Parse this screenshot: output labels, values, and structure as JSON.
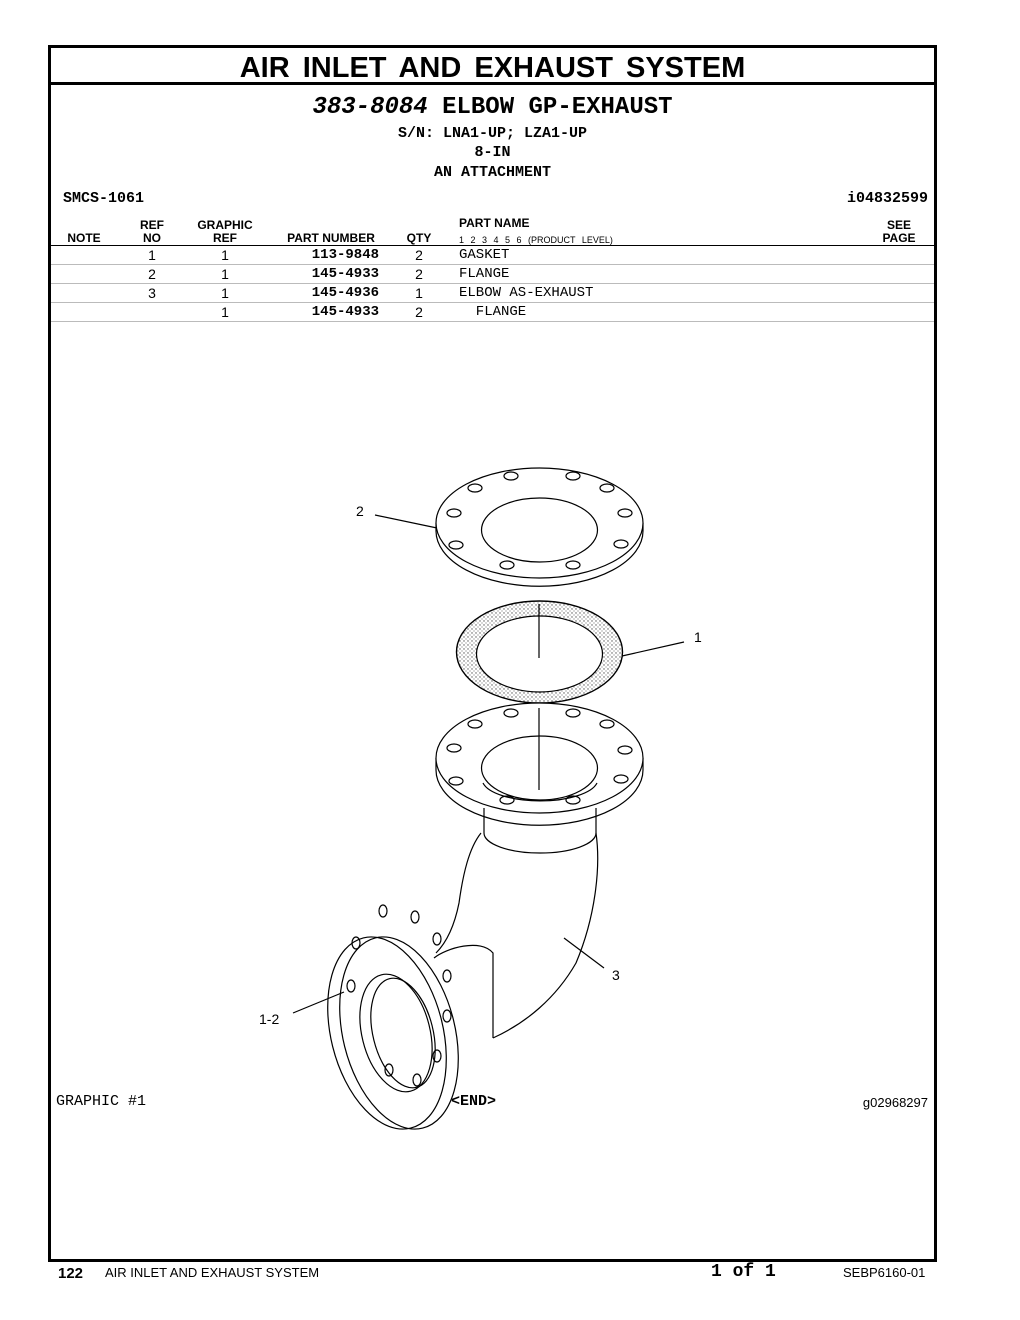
{
  "section_title": "AIR INLET AND EXHAUST SYSTEM",
  "group": {
    "part_number": "383-8084",
    "name": "ELBOW GP-EXHAUST",
    "serial": "S/N: LNA1-UP; LZA1-UP",
    "size": "8-IN",
    "attachment": "AN ATTACHMENT"
  },
  "smcs": "SMCS-1061",
  "illustration_id": "i04832599",
  "headers": {
    "note": "NOTE",
    "ref_no_1": "REF",
    "ref_no_2": "NO",
    "graphic_ref_1": "GRAPHIC",
    "graphic_ref_2": "REF",
    "part_number": "PART NUMBER",
    "qty": "QTY",
    "part_name": "PART NAME",
    "levels": "1 2 3 4 5 6 (PRODUCT LEVEL)",
    "see_page_1": "SEE",
    "see_page_2": "PAGE"
  },
  "rows": [
    {
      "ref": "1",
      "graphic": "1",
      "part_number": "113-9848",
      "qty": "2",
      "name": "GASKET"
    },
    {
      "ref": "2",
      "graphic": "1",
      "part_number": "145-4933",
      "qty": "2",
      "name": "FLANGE"
    },
    {
      "ref": "3",
      "graphic": "1",
      "part_number": "145-4936",
      "qty": "1",
      "name": "ELBOW AS-EXHAUST"
    },
    {
      "ref": "",
      "graphic": "1",
      "part_number": "145-4933",
      "qty": "2",
      "name": "  FLANGE"
    }
  ],
  "callouts": {
    "c1": "1",
    "c2": "2",
    "c3": "3",
    "c12": "1-2"
  },
  "graphic_label": "GRAPHIC #1",
  "end_label": "<END>",
  "graphic_id": "g02968297",
  "footer": {
    "page_number": "122",
    "title": "AIR INLET AND EXHAUST SYSTEM",
    "page_of": "1 of 1",
    "doc_id": "SEBP6160-01"
  }
}
